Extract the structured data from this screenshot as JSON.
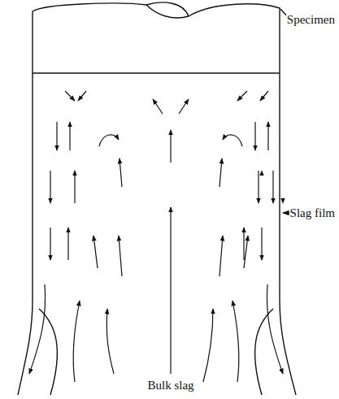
{
  "diagram": {
    "labels": [
      "Specimen",
      "Slag film",
      "Bulk slag"
    ]
  }
}
